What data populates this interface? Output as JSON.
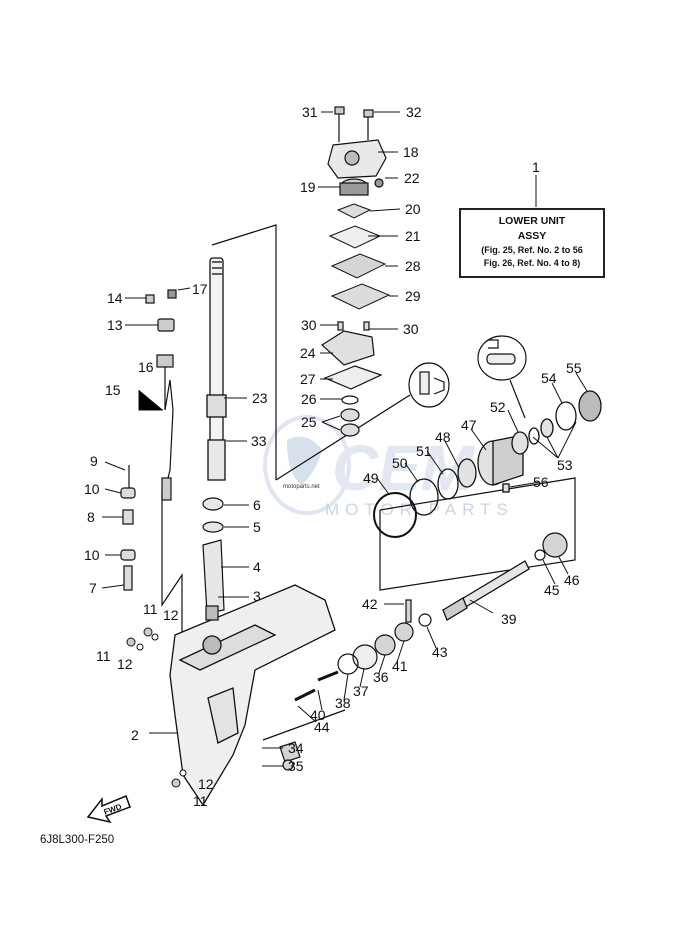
{
  "diagram": {
    "figure_code": "6J8L300-F250",
    "watermark_text": "MOTOR PARTS",
    "small_print": "motoparts.net",
    "fwd_label": "FWD",
    "reference_box": {
      "line1": "LOWER UNIT",
      "line2": "ASSY",
      "line3": "(Fig. 25, Ref. No. 2 to 56",
      "line4": "Fig. 26, Ref. No. 4 to 8)"
    },
    "callouts": {
      "c1": "1",
      "c2": "2",
      "c3": "3",
      "c4": "4",
      "c5": "5",
      "c6": "6",
      "c7": "7",
      "c8": "8",
      "c9": "9",
      "c10a": "10",
      "c10b": "10",
      "c11a": "11",
      "c11b": "11",
      "c11c": "11",
      "c12a": "12",
      "c12b": "12",
      "c12c": "12",
      "c13": "13",
      "c14": "14",
      "c15": "15",
      "c16": "16",
      "c17": "17",
      "c18": "18",
      "c19": "19",
      "c20": "20",
      "c21": "21",
      "c22": "22",
      "c23": "23",
      "c24": "24",
      "c25": "25",
      "c26": "26",
      "c27": "27",
      "c28": "28",
      "c29": "29",
      "c30a": "30",
      "c30b": "30",
      "c31": "31",
      "c32": "32",
      "c33": "33",
      "c34": "34",
      "c35": "35",
      "c36": "36",
      "c37": "37",
      "c38": "38",
      "c39": "39",
      "c40": "40",
      "c41": "41",
      "c42": "42",
      "c43": "43",
      "c44": "44",
      "c45": "45",
      "c46": "46",
      "c47": "47",
      "c48": "48",
      "c49": "49",
      "c50": "50",
      "c51": "51",
      "c52": "52",
      "c53": "53",
      "c54": "54",
      "c55": "55",
      "c56": "56"
    }
  }
}
